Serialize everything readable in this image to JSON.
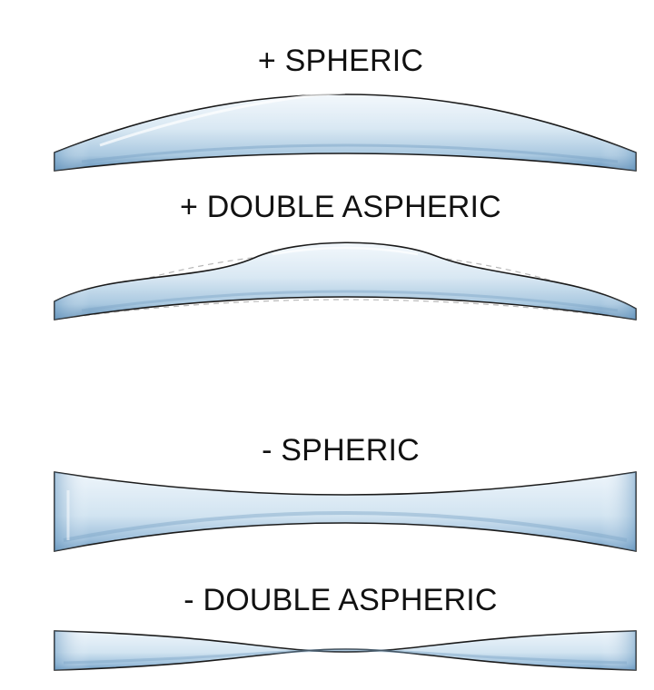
{
  "lenses": [
    {
      "label": "+ SPHERIC"
    },
    {
      "label": "+ DOUBLE ASPHERIC"
    },
    {
      "label": "- SPHERIC"
    },
    {
      "label": "- DOUBLE ASPHERIC"
    }
  ],
  "colors": {
    "lens_light": "#eaf3f9",
    "lens_mid": "#c5dcec",
    "lens_dark": "#6f9cc1",
    "outline": "#1a1a1a",
    "dashed_outline": "#b8b8b8"
  }
}
